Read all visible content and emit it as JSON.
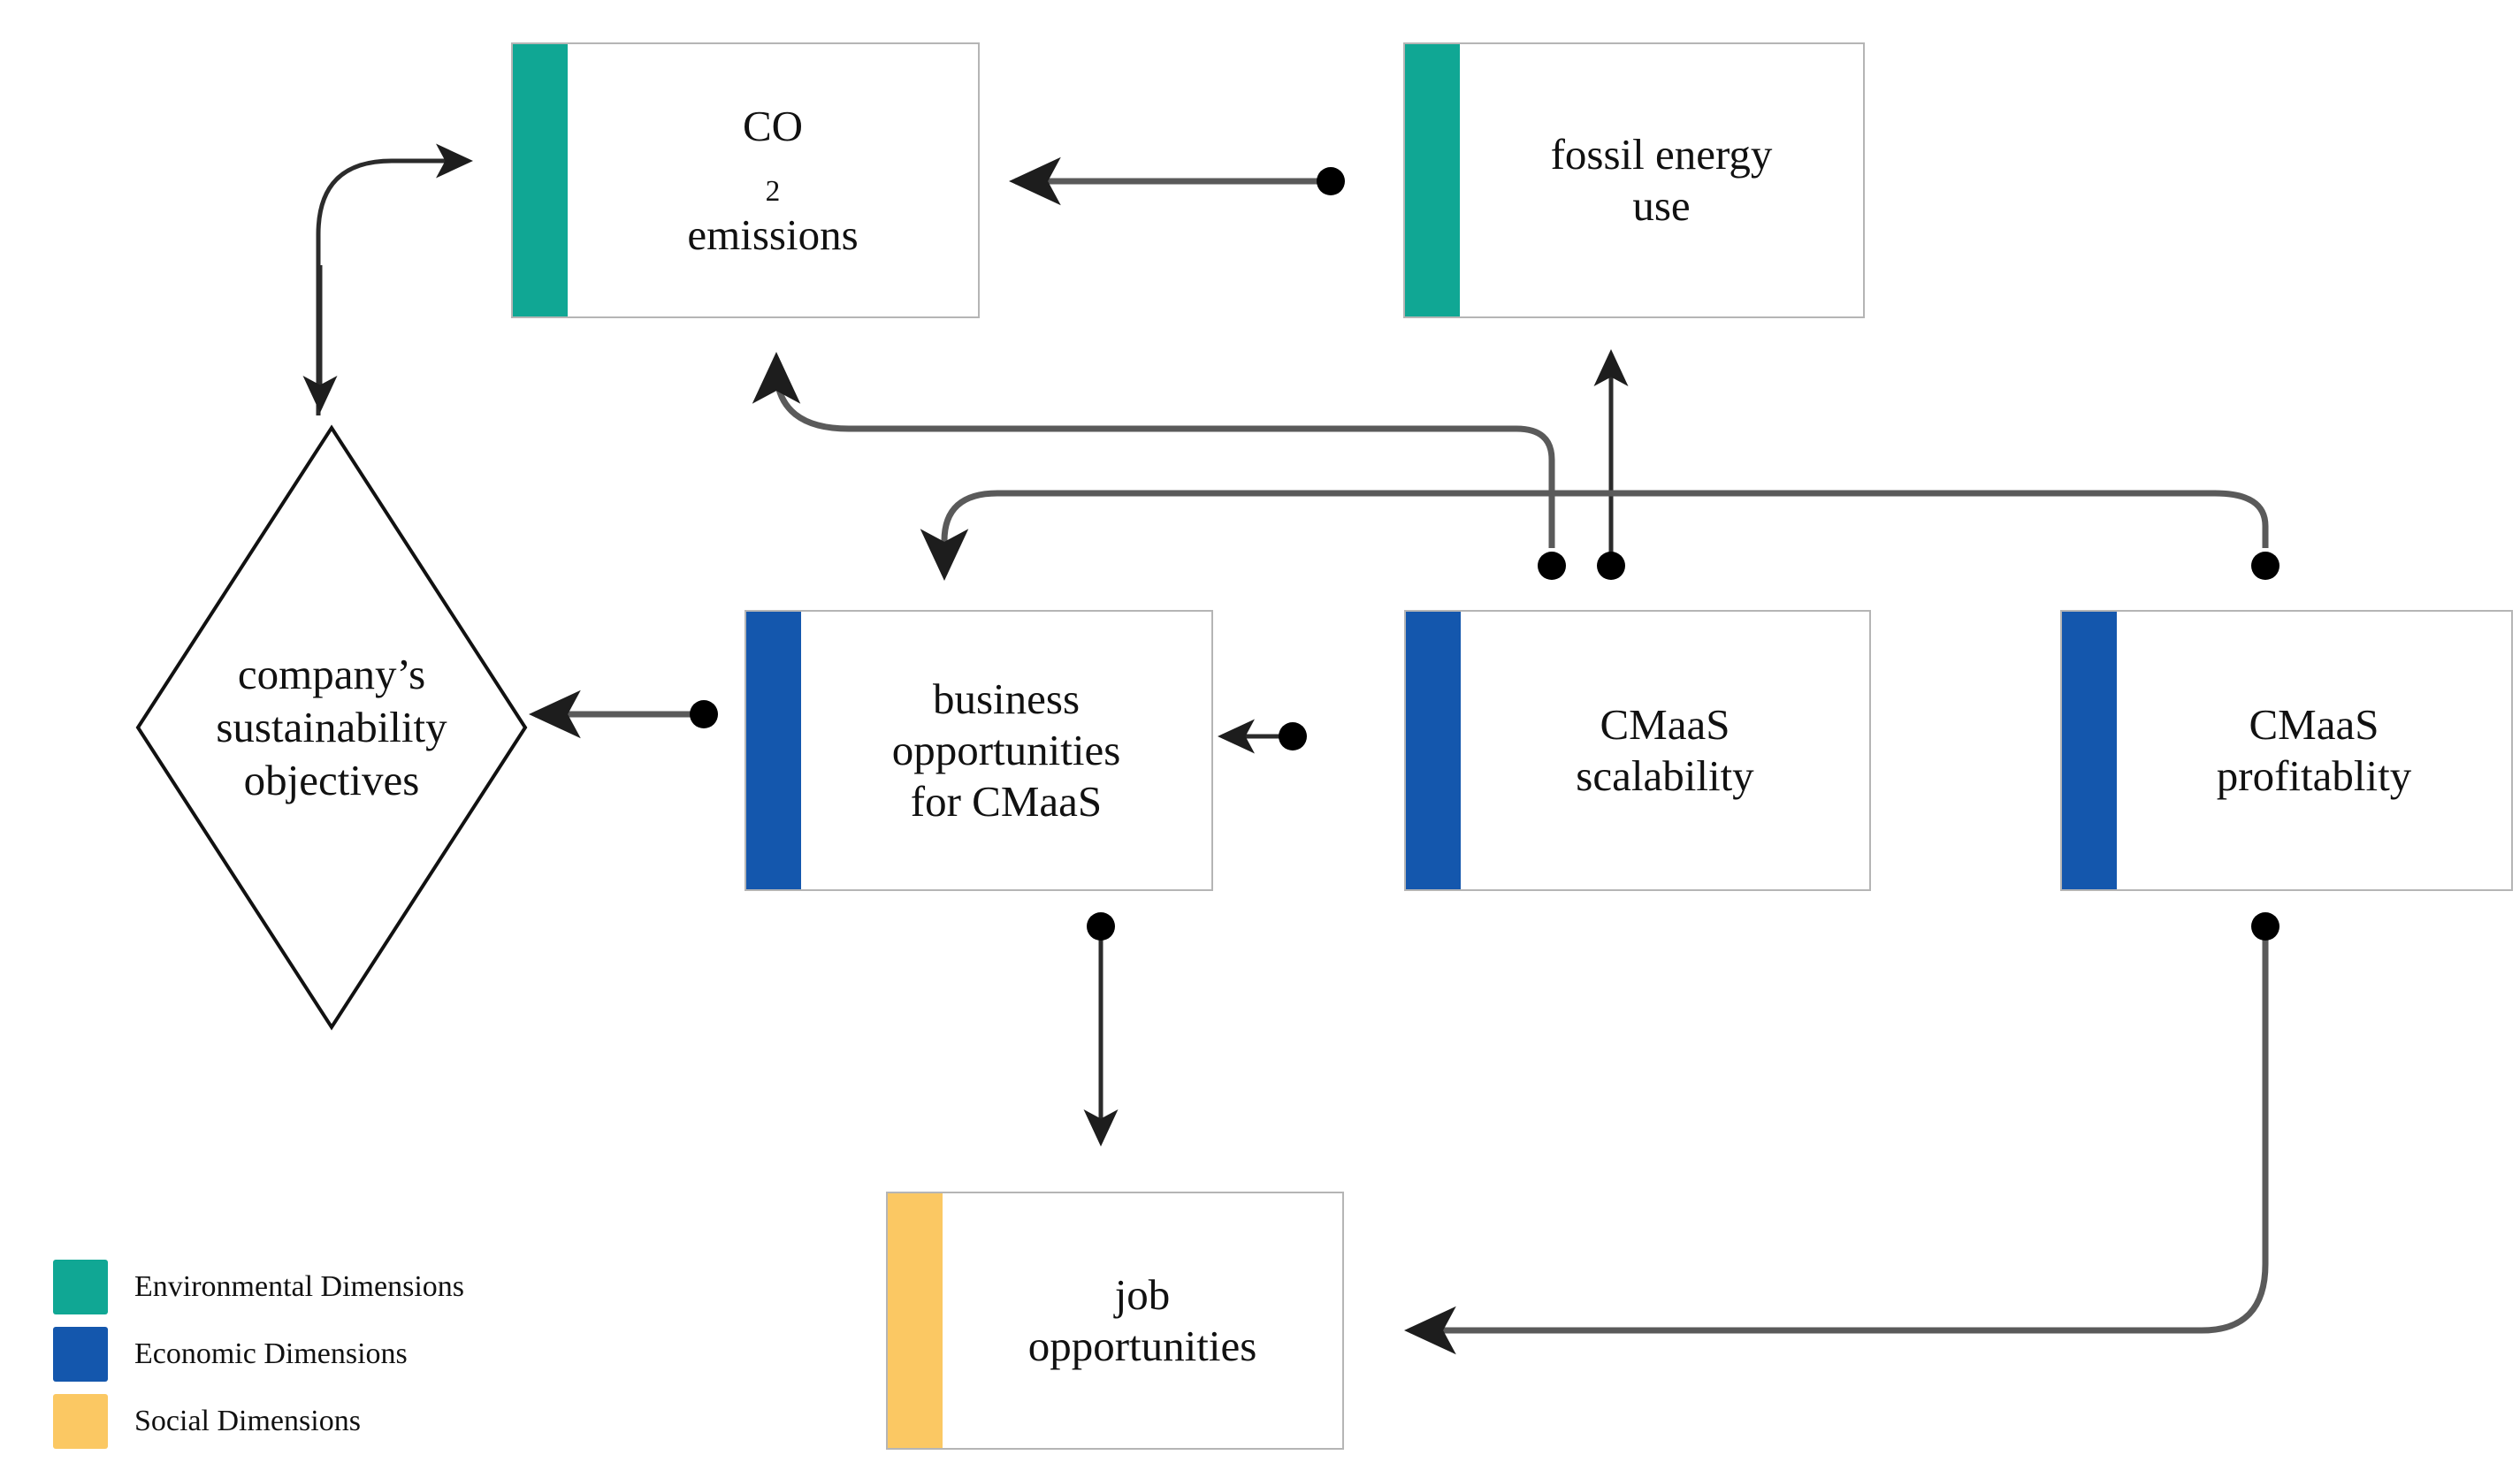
{
  "diagram": {
    "title_visible": false,
    "background": "#ffffff",
    "colors": {
      "environmental": "#10a794",
      "economic": "#1457ad",
      "social": "#fbc863",
      "box_border": "#b5b5b5",
      "edge": "#2b2b2b",
      "edge_thick": "#5a5a5a",
      "text": "#111111"
    }
  },
  "nodes": {
    "co2": {
      "label": "CO2 emissions",
      "label_main": "CO",
      "label_sub": "2",
      "label_rest": " emissions",
      "category": "environmental",
      "shape": "rectangle"
    },
    "fossil": {
      "line1": "fossil energy",
      "line2": "use",
      "category": "environmental",
      "shape": "rectangle"
    },
    "objectives": {
      "line1": "company’s",
      "line2": "sustainability",
      "line3": "objectives",
      "category": "none",
      "shape": "diamond"
    },
    "business": {
      "line1": "business",
      "line2": "opportunities",
      "line3": "for CMaaS",
      "category": "economic",
      "shape": "rectangle"
    },
    "scalability": {
      "line1": "CMaaS",
      "line2": "scalability",
      "category": "economic",
      "shape": "rectangle"
    },
    "profitability": {
      "line1": "CMaaS",
      "line2": "profitablity",
      "category": "economic",
      "shape": "rectangle"
    },
    "jobs": {
      "line1": "job",
      "line2": "opportunities",
      "category": "social",
      "shape": "rectangle"
    }
  },
  "edges": [
    {
      "from": "fossil",
      "to": "co2",
      "style": "straight-arrow-with-source-dot",
      "direction": "left"
    },
    {
      "from": "objectives",
      "to": "co2",
      "style": "curved-double-arrow",
      "direction": "up-right"
    },
    {
      "from": "business",
      "to": "co2",
      "style": "curved-arrow-with-source-dot",
      "direction": "up-left"
    },
    {
      "from": "scalability",
      "to": "fossil",
      "style": "straight-arrow-with-source-dot",
      "direction": "up"
    },
    {
      "from": "profitability",
      "to": "business",
      "style": "curved-arrow-with-source-dot",
      "direction": "left-down"
    },
    {
      "from": "business",
      "to": "objectives",
      "style": "straight-arrow-with-source-dot",
      "direction": "left"
    },
    {
      "from": "scalability",
      "to": "business",
      "style": "straight-arrow-with-source-dot",
      "direction": "left"
    },
    {
      "from": "business",
      "to": "jobs",
      "style": "straight-arrow-with-source-dot",
      "direction": "down"
    },
    {
      "from": "profitability",
      "to": "jobs",
      "style": "curved-arrow-with-source-dot",
      "direction": "down-left"
    }
  ],
  "legend": {
    "items": [
      {
        "color": "#10a794",
        "label": "Environmental Dimensions",
        "key": "environmental"
      },
      {
        "color": "#1457ad",
        "label": "Economic Dimensions",
        "key": "economic"
      },
      {
        "color": "#fbc863",
        "label": "Social Dimensions",
        "key": "social"
      }
    ]
  }
}
